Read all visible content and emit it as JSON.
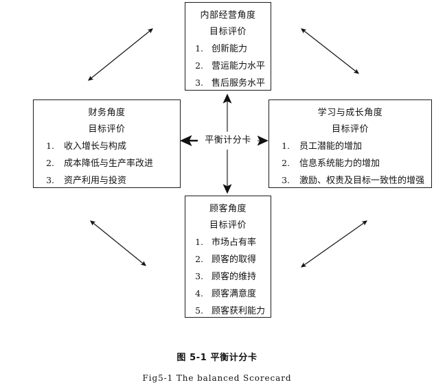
{
  "diagram": {
    "center": {
      "label": "平衡计分卡"
    },
    "boxes": {
      "internal": {
        "title": "内部经营角度",
        "subtitle": "目标评价",
        "items": [
          {
            "num": "1.",
            "text": "创新能力"
          },
          {
            "num": "2.",
            "text": "营运能力水平"
          },
          {
            "num": "3.",
            "text": "售后服务水平"
          }
        ]
      },
      "finance": {
        "title": "财务角度",
        "subtitle": "目标评价",
        "items": [
          {
            "num": "1.",
            "text": "收入增长与构成"
          },
          {
            "num": "2.",
            "text": "成本降低与生产率改进"
          },
          {
            "num": "3.",
            "text": "资产利用与投资"
          }
        ]
      },
      "learning": {
        "title": "学习与成长角度",
        "subtitle": "目标评价",
        "items": [
          {
            "num": "1.",
            "text": "员工潜能的增加"
          },
          {
            "num": "2.",
            "text": "信息系统能力的增加"
          },
          {
            "num": "3.",
            "text": "激励、权责及目标一致性的增强"
          }
        ]
      },
      "customer": {
        "title": "顾客角度",
        "subtitle": "目标评价",
        "items": [
          {
            "num": "1.",
            "text": "市场占有率"
          },
          {
            "num": "2.",
            "text": "顾客的取得"
          },
          {
            "num": "3.",
            "text": "顾客的维持"
          },
          {
            "num": "4.",
            "text": "顾客满意度"
          },
          {
            "num": "5.",
            "text": "顾客获利能力"
          }
        ]
      }
    },
    "connectors": [
      {
        "name": "vertical-double-arrow",
        "style": "double-headed"
      },
      {
        "name": "horizontal-double-arrow",
        "style": "double-headed"
      },
      {
        "name": "diagonal-top-left-arrow",
        "style": "double-headed"
      },
      {
        "name": "diagonal-top-right-arrow",
        "style": "double-headed"
      },
      {
        "name": "diagonal-bottom-left-arrow",
        "style": "double-headed"
      },
      {
        "name": "diagonal-bottom-right-arrow",
        "style": "double-headed"
      }
    ],
    "colors": {
      "box_border": "#1a1a1a",
      "arrow_dark": "#111111",
      "arrow_gray": "#7a7a7a",
      "background": "#ffffff",
      "text": "#111111"
    }
  },
  "caption": {
    "chinese": "图 5-1 平衡计分卡",
    "english": "Fig5-1 The balanced Scorecard"
  }
}
